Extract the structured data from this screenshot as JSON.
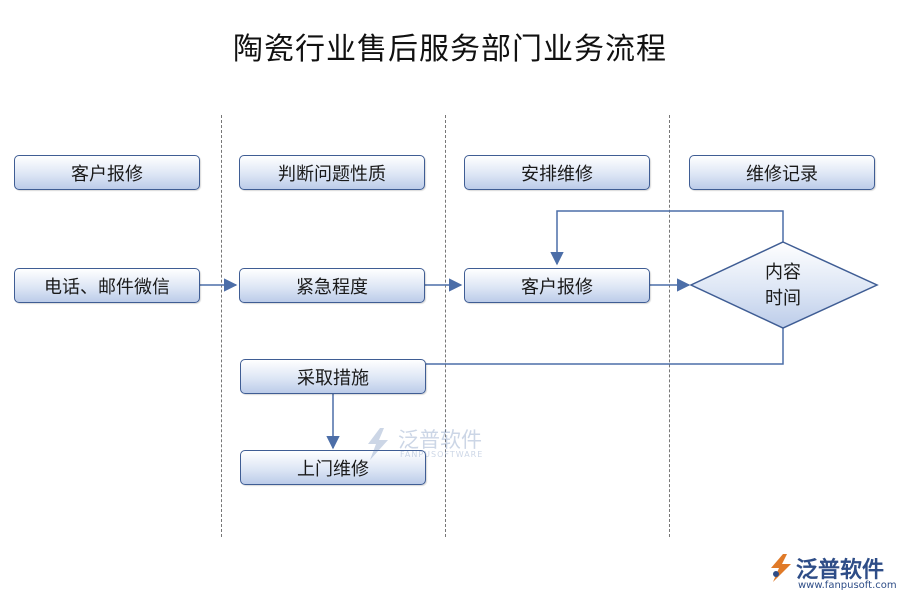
{
  "title": "陶瓷行业售后服务部门业务流程",
  "lanes": [
    {
      "header": "客户报修"
    },
    {
      "header": "判断问题性质"
    },
    {
      "header": "安排维修"
    },
    {
      "header": "维修记录"
    }
  ],
  "nodes": {
    "contact": "电话、邮件微信",
    "urgency": "紧急程度",
    "repair_request": "客户报修",
    "record_line1": "内容",
    "record_line2": "时间",
    "measures": "采取措施",
    "onsite": "上门维修"
  },
  "watermark": {
    "name": "泛普软件",
    "sub": "FANPUSOFTWARE"
  },
  "logo": {
    "name": "泛普软件",
    "url": "www.fanpusoft.com"
  },
  "colors": {
    "box_border": "#3f5d94",
    "box_fill": "#dde6f5",
    "connector": "#4c6ea8"
  }
}
